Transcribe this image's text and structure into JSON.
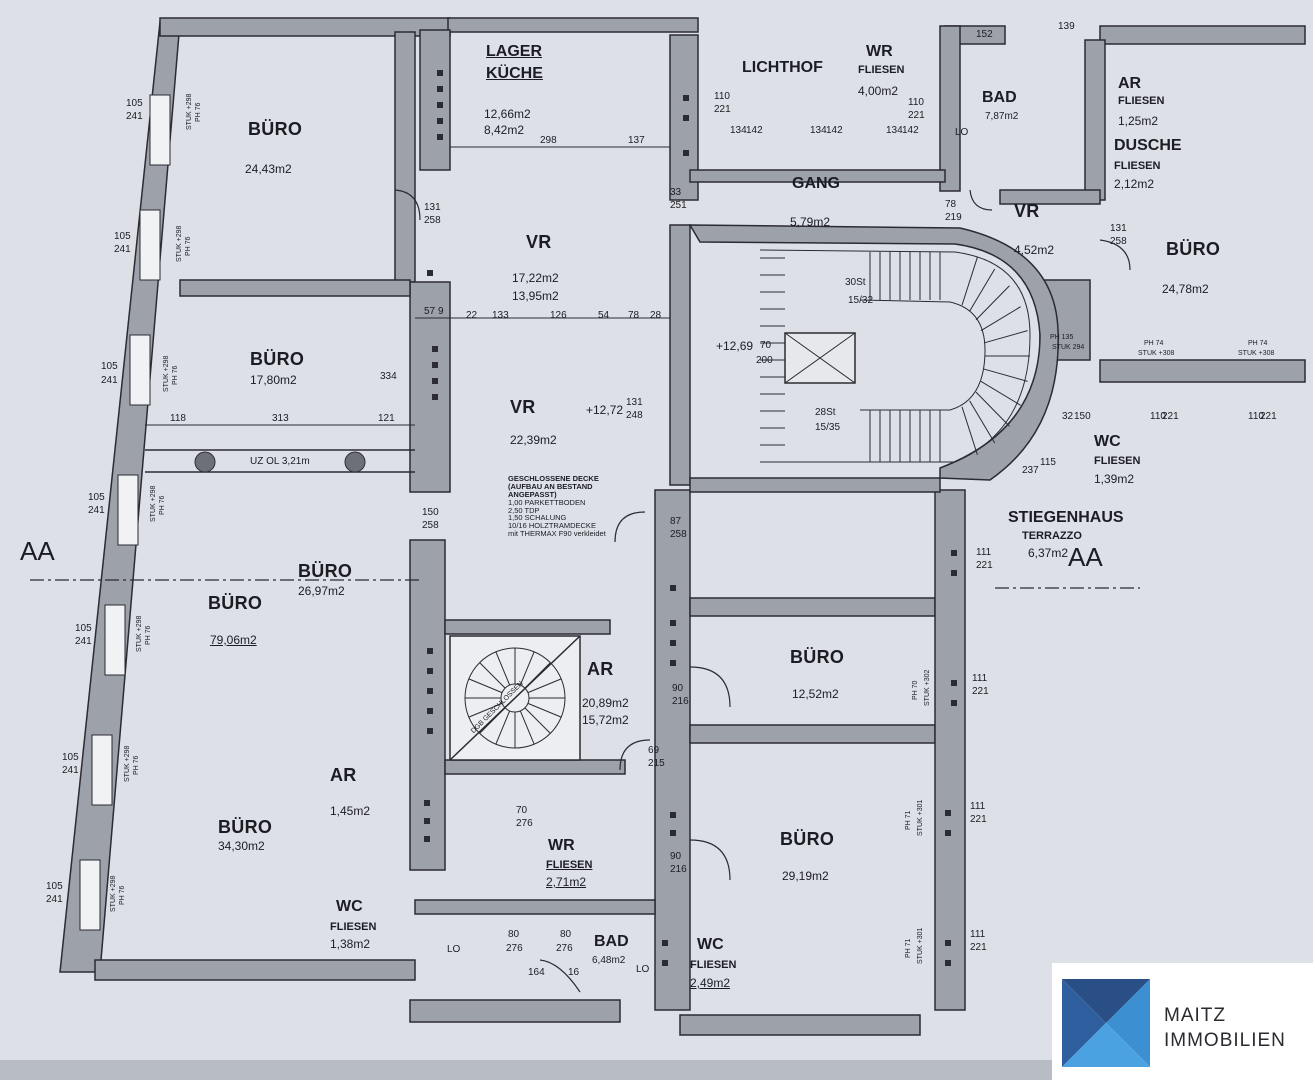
{
  "plan": {
    "rooms": {
      "buero_1": {
        "name": "BÜRO",
        "area": "24,43m2"
      },
      "lager": {
        "name1": "LAGER",
        "name2": "KÜCHE",
        "area1": "12,66m2",
        "area2": "8,42m2"
      },
      "lichthof": {
        "name": "LICHTHOF"
      },
      "wr_top": {
        "name": "WR",
        "finish": "FLIESEN",
        "area": "4,00m2"
      },
      "bad_top": {
        "name": "BAD",
        "area": "7,87m2"
      },
      "ar_top": {
        "name": "AR",
        "finish": "FLIESEN",
        "area": "1,25m2"
      },
      "dusche": {
        "name": "DUSCHE",
        "finish": "FLIESEN",
        "area": "2,12m2"
      },
      "gang": {
        "name": "GANG",
        "area": "5,79m2"
      },
      "vr_top": {
        "name": "VR",
        "area1": "17,22m2",
        "area2": "13,95m2"
      },
      "vr_right": {
        "name": "VR",
        "area": "4,52m2"
      },
      "buero_right": {
        "name": "BÜRO",
        "area": "24,78m2"
      },
      "buero_2": {
        "name": "BÜRO",
        "area": "17,80m2"
      },
      "vr_mid": {
        "name": "VR",
        "area": "22,39m2",
        "level": "+12,72"
      },
      "wc_right": {
        "name": "WC",
        "finish": "FLIESEN",
        "area": "1,39m2"
      },
      "stiegenhaus": {
        "name": "STIEGENHAUS",
        "finish": "TERRAZZO",
        "area": "6,37m2"
      },
      "buero_big": {
        "name": "BÜRO",
        "area": "79,06m2"
      },
      "buero_c": {
        "name": "BÜRO",
        "area": "26,97m2"
      },
      "ar_mid": {
        "name": "AR",
        "area1": "20,89m2",
        "area2": "15,72m2"
      },
      "buero_r2": {
        "name": "BÜRO",
        "area": "12,52m2"
      },
      "ar_small": {
        "name": "AR",
        "area": "1,45m2"
      },
      "buero_l": {
        "name": "BÜRO",
        "area": "34,30m2"
      },
      "buero_r3": {
        "name": "BÜRO",
        "area": "29,19m2"
      },
      "wr_bottom": {
        "name": "WR",
        "finish": "FLIESEN",
        "area": "2,71m2"
      },
      "wc_left": {
        "name": "WC",
        "finish": "FLIESEN",
        "area": "1,38m2"
      },
      "bad_bottom": {
        "name": "BAD",
        "area": "6,48m2"
      },
      "wc_bottom": {
        "name": "WC",
        "finish": "FLIESEN",
        "area": "2,49m2"
      }
    },
    "section_marks": {
      "left": "AA",
      "right": "AA"
    },
    "stairs": {
      "upper": "30St",
      "upper_ratio": "15/32",
      "lower": "28St",
      "lower_ratio": "15/35",
      "level": "+12,69",
      "spiral": "DGB GESCHLOSSEN"
    },
    "ceiling_note": {
      "title1": "GESCHLOSSENE DECKE",
      "title2": "(AUFBAU AN BESTAND",
      "title3": "ANGEPASST)",
      "l1": "1,00   PARKETTBODEN",
      "l2": "2,50   TDP",
      "l3": "1,50   SCHALUNG",
      "l4": "10/16 HOLZTRAMDECKE",
      "l5": "mit THERMAX F90 verkleidet"
    },
    "dims": {
      "w_105_241": [
        "105",
        "241"
      ],
      "stuk_298": "STUK +298",
      "ph_76": "PH 76",
      "d110_221": [
        "110",
        "221"
      ],
      "d111_221": [
        "111",
        "221"
      ],
      "d131_258": [
        "131",
        "258"
      ],
      "d150_258": [
        "150",
        "258"
      ],
      "d87_258": [
        "87",
        "258"
      ],
      "d90_216": [
        "90",
        "216"
      ],
      "d69_215": [
        "69",
        "215"
      ],
      "d70_276": [
        "70",
        "276"
      ],
      "d80_276": [
        "80",
        "276"
      ],
      "d131_248": [
        "131",
        "248"
      ],
      "d78_219": [
        "78",
        "219"
      ],
      "d33_251": [
        "33",
        "251"
      ],
      "d32_150": [
        "32",
        "150"
      ],
      "d115_237": [
        "115",
        "237"
      ],
      "d70_200": [
        "70",
        "200"
      ],
      "d134_142": [
        "134",
        "142"
      ],
      "d298": "298",
      "d137": "137",
      "d118": "118",
      "d313": "313",
      "d121": "121",
      "d334": "334",
      "d164": "164",
      "d16": "16",
      "uzol_32": "UZ OL 3,21m",
      "ph_74": "PH 74",
      "stuk_308": "STUK +308",
      "ph_135": "PH 135",
      "stuk_294": "STUK 294",
      "ph_70": "PH 70",
      "stuk_302": "STUK +302",
      "ph_71": "PH 71",
      "stuk_301": "STUK +301",
      "lo": "LO",
      "chain_mid": [
        "57",
        "9",
        "22",
        "133",
        "126",
        "54",
        "78",
        "28"
      ],
      "top_chain": [
        "152",
        "139"
      ]
    }
  },
  "logo": {
    "name": "MAITZ",
    "sub": "IMMOBILIEN",
    "color_dark": "#2f5f9e",
    "color_light": "#3c8fd0"
  }
}
